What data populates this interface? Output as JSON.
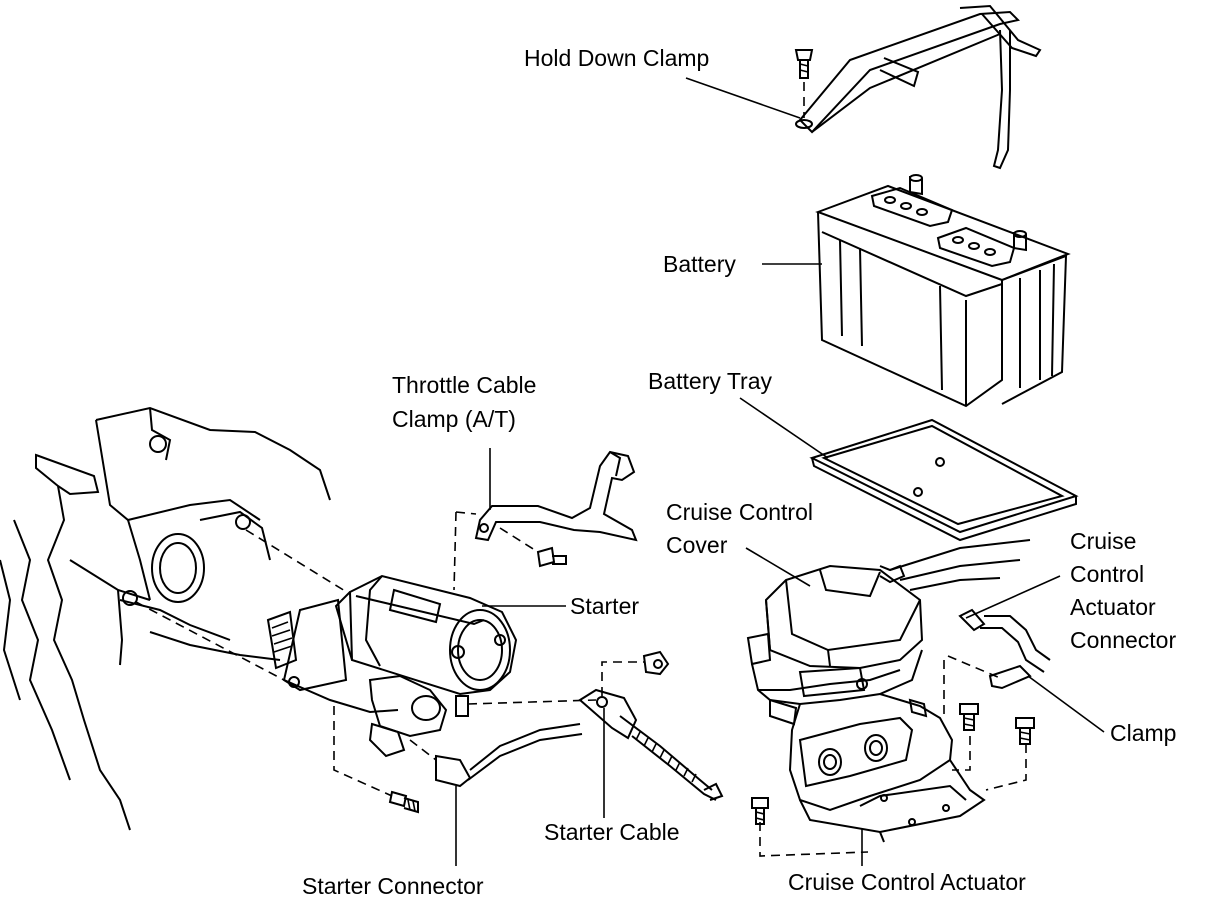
{
  "labels": {
    "hold_down_clamp": "Hold Down Clamp",
    "battery": "Battery",
    "battery_tray": "Battery Tray",
    "throttle_cable_clamp_line1": "Throttle Cable",
    "throttle_cable_clamp_line2": "Clamp (A/T)",
    "cruise_control_cover_line1": "Cruise Control",
    "cruise_control_cover_line2": "Cover",
    "cruise_control_actuator_connector_line1": "Cruise",
    "cruise_control_actuator_connector_line2": "Control",
    "cruise_control_actuator_connector_line3": "Actuator",
    "cruise_control_actuator_connector_line4": "Connector",
    "starter": "Starter",
    "clamp": "Clamp",
    "starter_cable": "Starter Cable",
    "starter_connector": "Starter Connector",
    "cruise_control_actuator": "Cruise Control Actuator"
  }
}
